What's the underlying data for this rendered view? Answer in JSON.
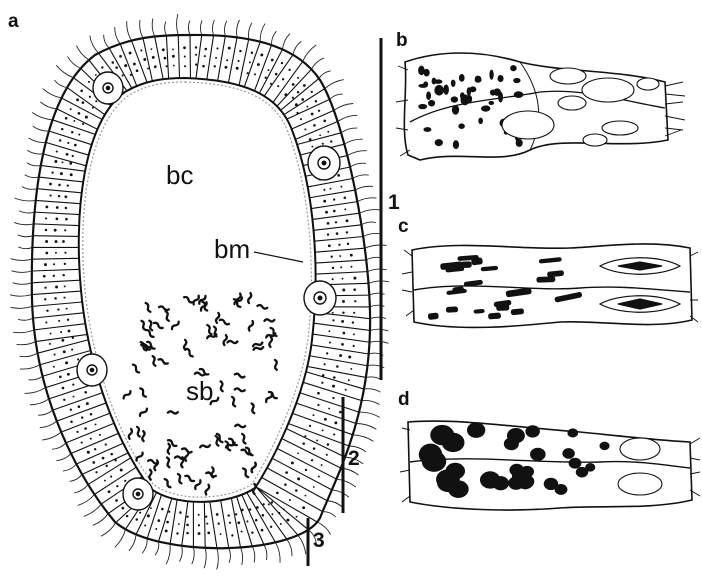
{
  "panels": {
    "a": "a",
    "b": "b",
    "c": "c",
    "d": "d"
  },
  "labels": {
    "bc": "bc",
    "bm": "bm",
    "sb": "sb"
  },
  "scale_bars": {
    "bar1": "1",
    "bar2": "2",
    "bar3": "3"
  },
  "colors": {
    "ink": "#111111",
    "background": "#ffffff",
    "basement_membrane": "#9a9a9a"
  }
}
